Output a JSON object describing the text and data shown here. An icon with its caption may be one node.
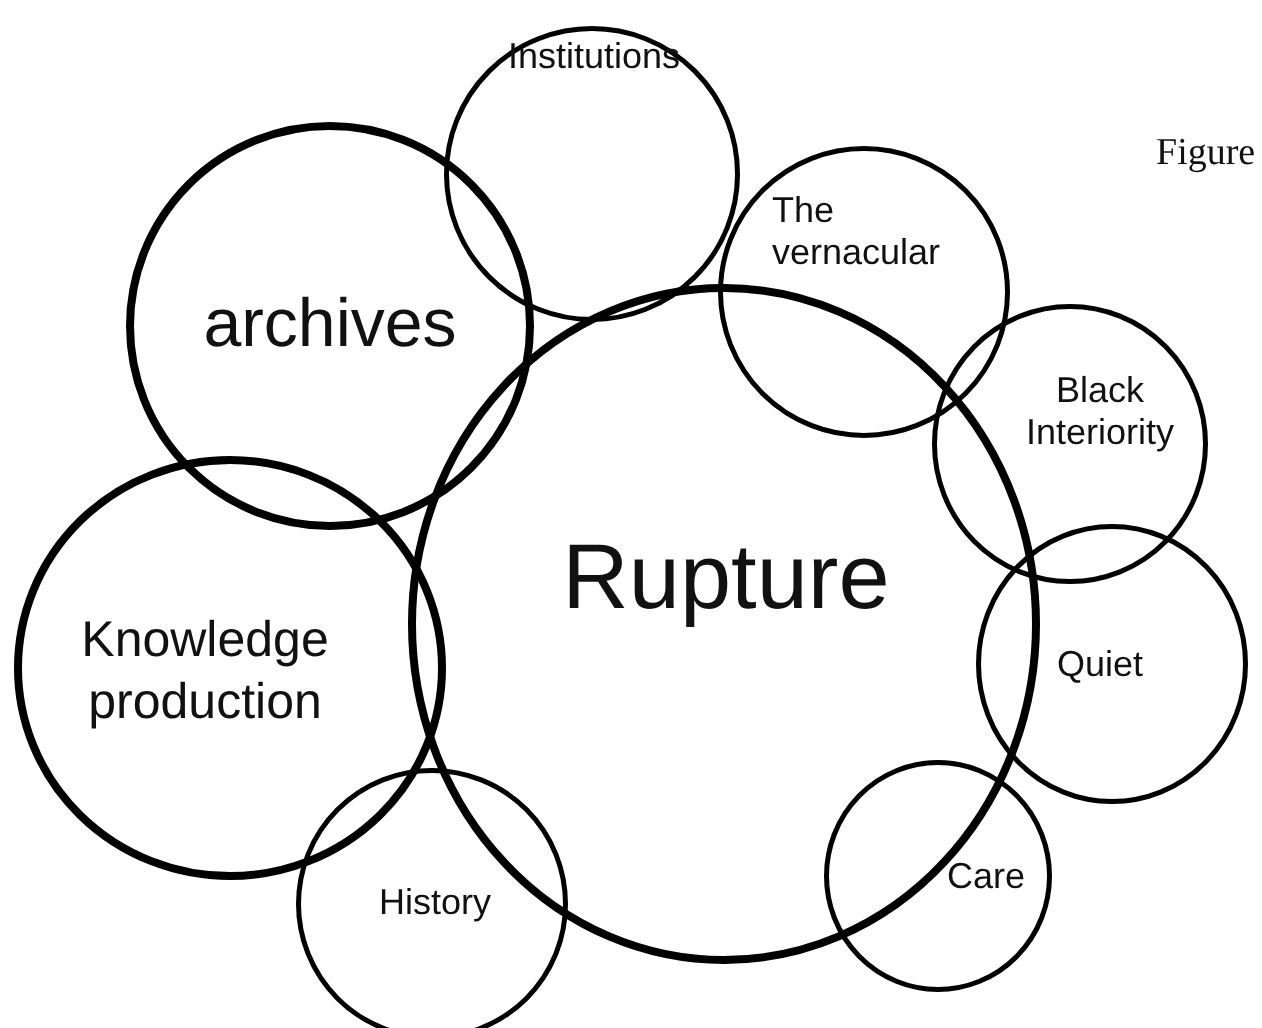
{
  "diagram": {
    "nodes": [
      {
        "text": [
          "Rupture"
        ]
      },
      {
        "text": [
          "archives"
        ]
      },
      {
        "text": [
          "Knowledge production"
        ]
      },
      {
        "text": [
          "Institutions"
        ]
      },
      {
        "text": [
          "The vernacular"
        ]
      },
      {
        "text": [
          "Black Interiority"
        ]
      },
      {
        "text": [
          "Quiet"
        ]
      },
      {
        "text": [
          "Care"
        ]
      },
      {
        "text": [
          "History"
        ]
      }
    ],
    "labels": [
      "Figure"
    ]
  }
}
